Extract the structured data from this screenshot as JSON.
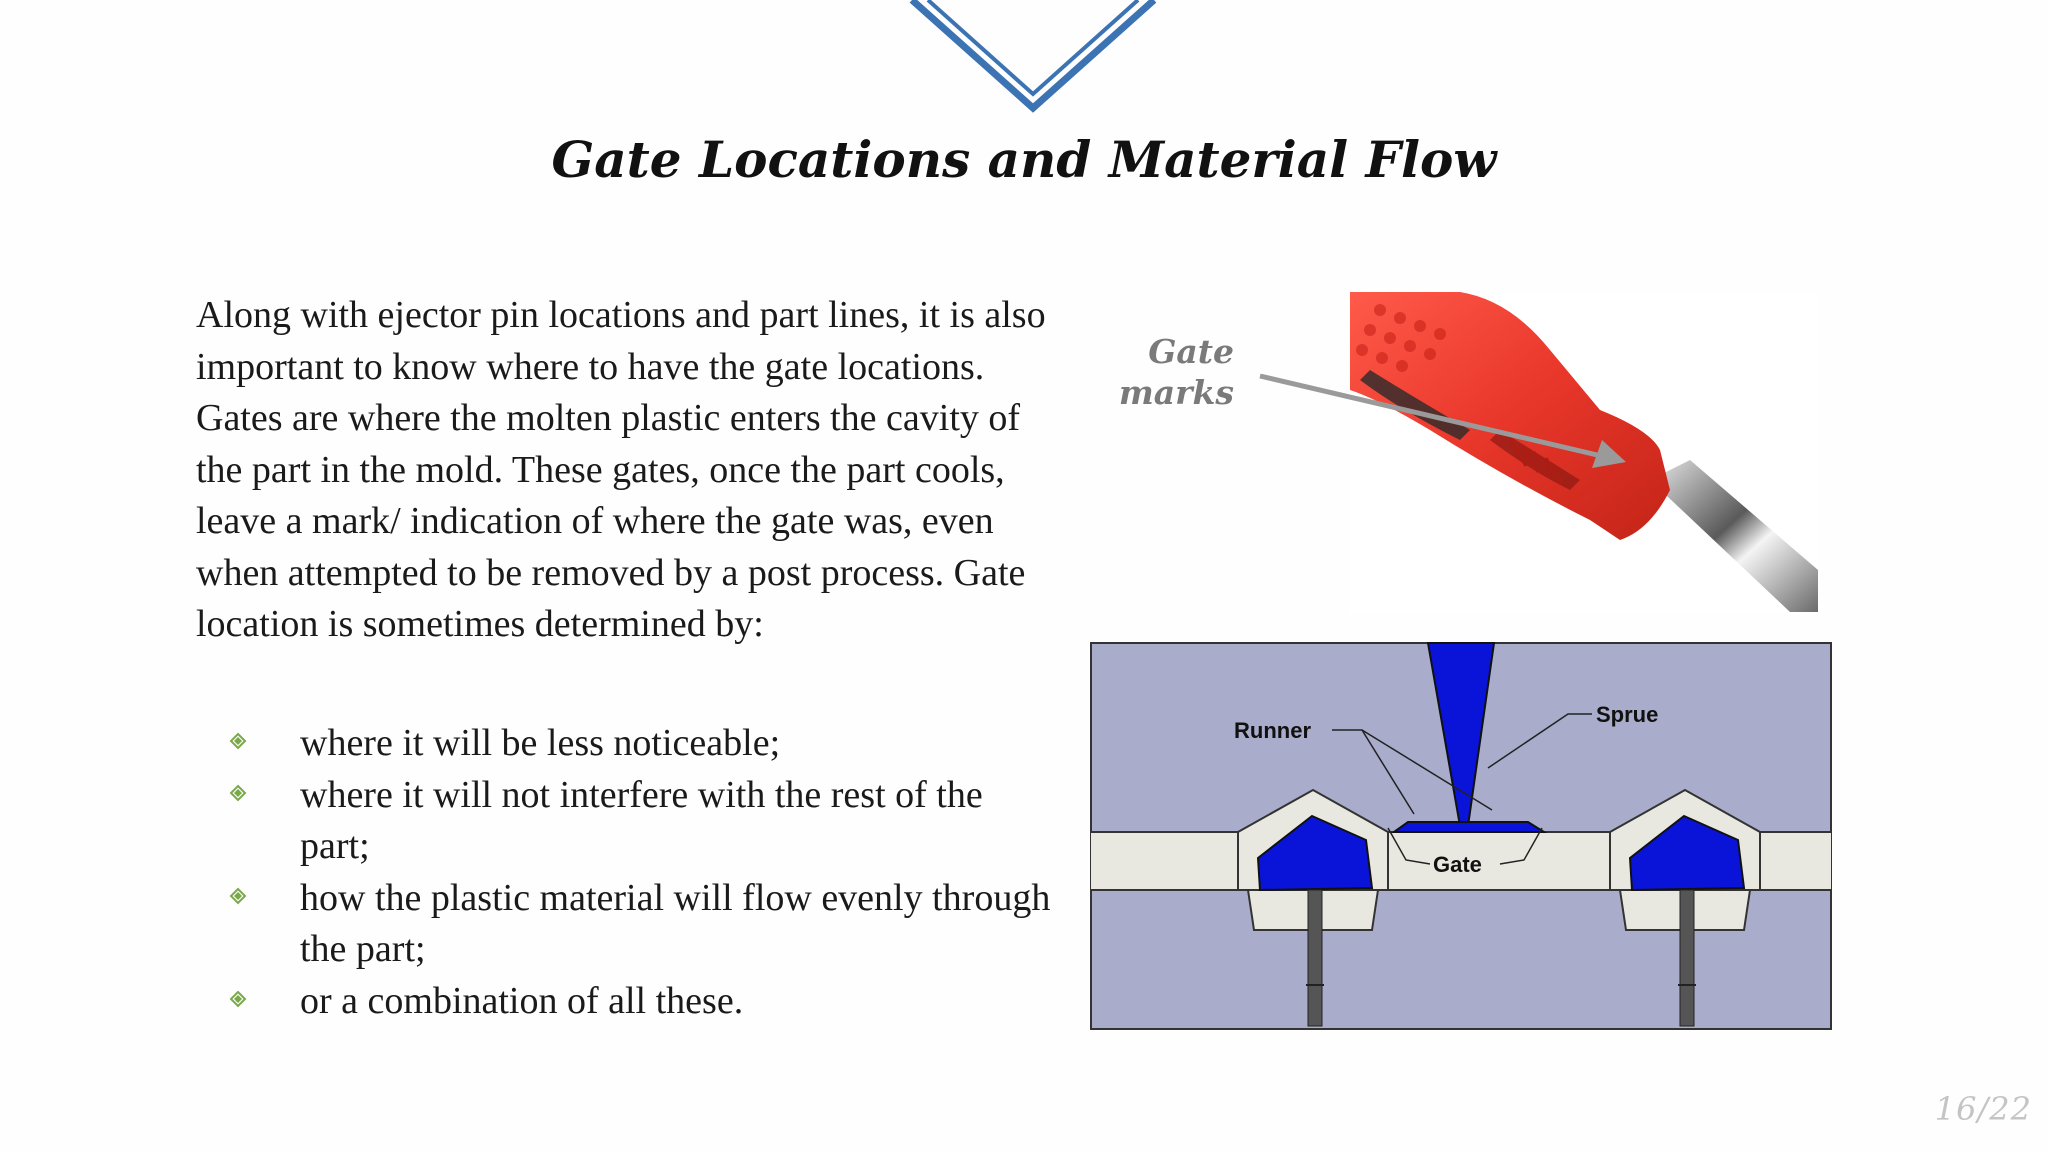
{
  "slide": {
    "title": "Gate Locations and Material Flow",
    "body": "Along with ejector pin locations and part lines, it is also important to know where to have the gate locations. Gates are where the molten plastic enters the cavity of the part in the mold. These gates, once the part cools, leave a mark/ indication of where the gate was, even when attempted to be removed by a post process. Gate location is sometimes determined by:",
    "bullets": [
      "where it will be less noticeable;",
      "where it will not interfere with the rest of the part;",
      "how the plastic material will flow evenly through the part;",
      "or a combination of all these."
    ],
    "bullet_icon": "diamond-bullet-icon",
    "page_number": "16/22"
  },
  "photo": {
    "label_line1": "Gate",
    "label_line2": "marks",
    "subject": "red-screwdriver-handle"
  },
  "diagram": {
    "labels": {
      "runner": "Runner",
      "sprue": "Sprue",
      "gate": "Gate"
    }
  },
  "colors": {
    "accent_blue": "#3b73b3",
    "mold_gray": "#a9acca",
    "plastic_blue": "#0a14d8",
    "bullet_green": "#7aa84a",
    "label_gray": "#7a7a7a"
  }
}
